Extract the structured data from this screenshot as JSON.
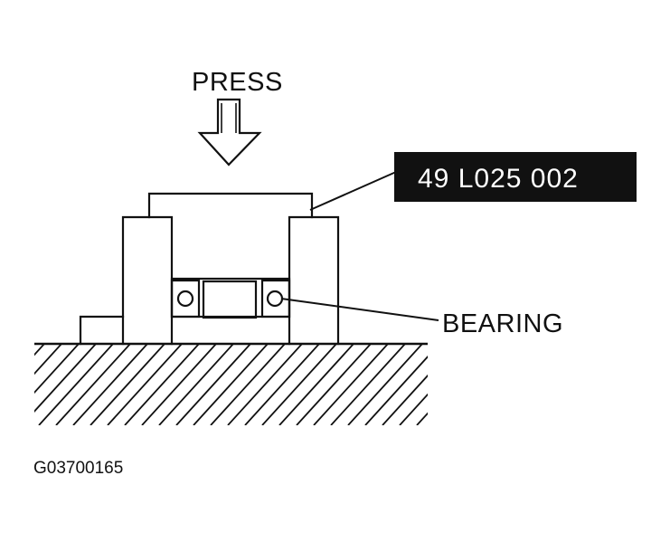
{
  "labels": {
    "press": "PRESS",
    "tool_number": "49 L025 002",
    "bearing": "BEARING",
    "figure_id": "G03700165"
  },
  "colors": {
    "ink": "#111111",
    "background": "#ffffff",
    "callout_fill": "#111111",
    "callout_text": "#ffffff"
  }
}
